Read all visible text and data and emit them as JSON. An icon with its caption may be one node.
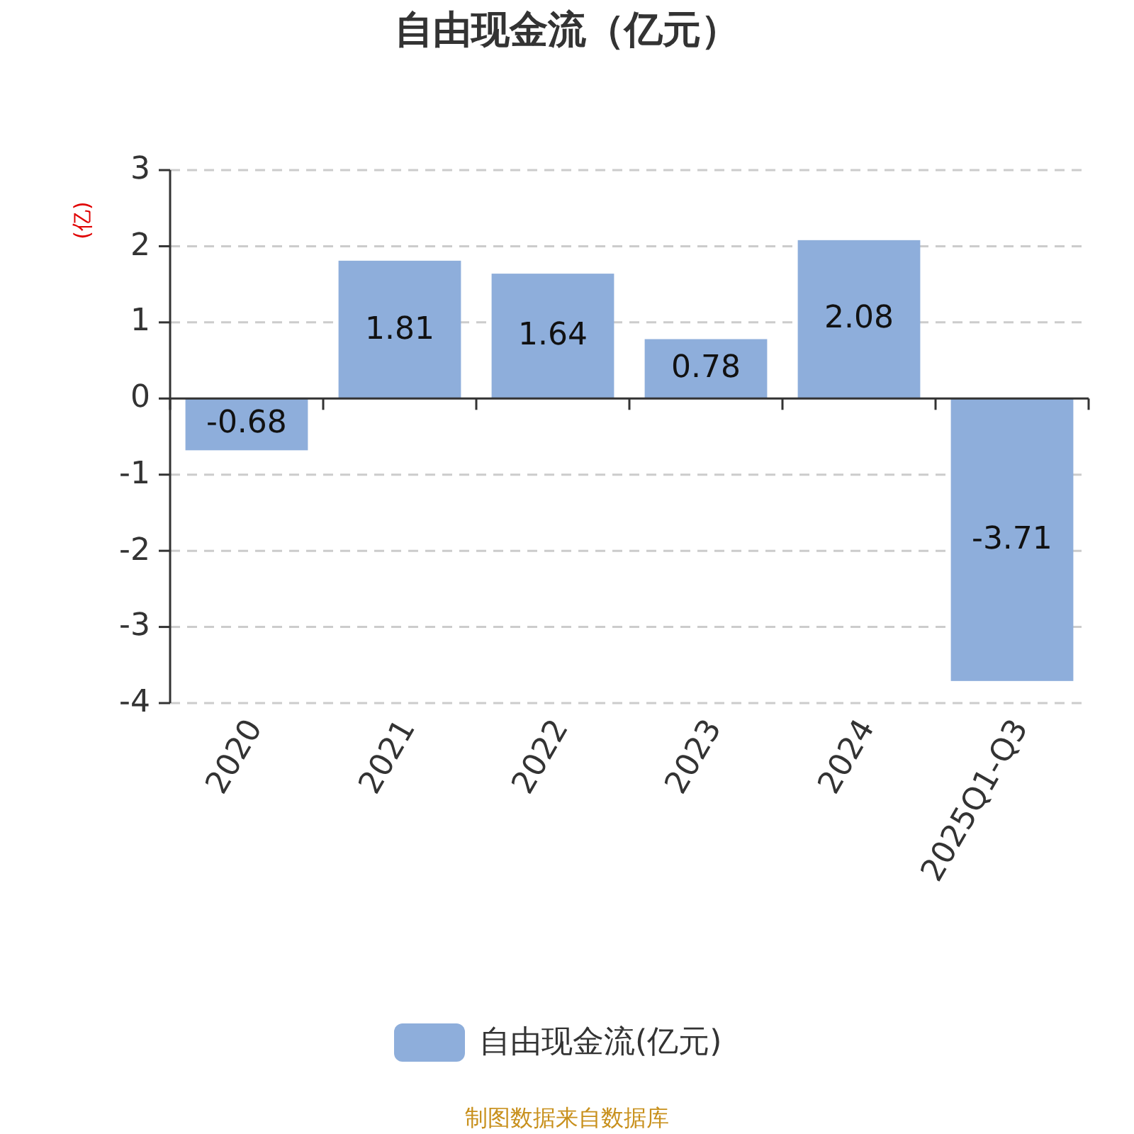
{
  "diagram": {
    "title": "自由现金流（亿元）",
    "caption": "制图数据来自数据库",
    "legend": [
      {
        "text": "自由现金流(亿元)",
        "color": "#8eaedb"
      }
    ],
    "chart_data": {
      "type": "bar",
      "ylabel": "(亿)",
      "categories": [
        "2020",
        "2021",
        "2022",
        "2023",
        "2024",
        "2025Q1-Q3"
      ],
      "series": [
        {
          "color": "#8eaedb",
          "values": [
            -0.68,
            1.81,
            1.64,
            0.78,
            2.08,
            -3.71
          ]
        }
      ],
      "ylim": [
        -4,
        3
      ],
      "yticks": [
        -4,
        -3,
        -2,
        -1,
        0,
        1,
        2,
        3
      ],
      "data_labels": true,
      "grid": true
    }
  }
}
